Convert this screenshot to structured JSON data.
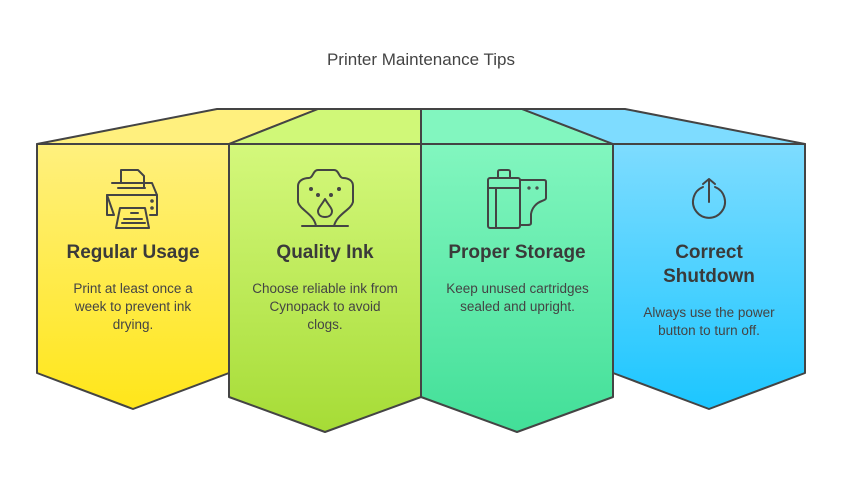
{
  "title": "Printer Maintenance Tips",
  "colors": {
    "yellow": "#ffe81f",
    "green": "#b0e040",
    "teal": "#4ee39c",
    "blue": "#22c9ff",
    "stroke": "#444444"
  },
  "panels": [
    {
      "heading": "Regular Usage",
      "description": "Print at least once a week to prevent ink drying.",
      "icon": "printer-icon"
    },
    {
      "heading": "Quality Ink",
      "description": "Choose reliable ink from Cynopack to avoid clogs.",
      "icon": "ink-drop-icon"
    },
    {
      "heading": "Proper Storage",
      "description": "Keep unused cartridges sealed and upright.",
      "icon": "cartridge-icon"
    },
    {
      "heading": "Correct Shutdown",
      "description": "Always use the power button to turn off.",
      "icon": "power-icon"
    }
  ]
}
